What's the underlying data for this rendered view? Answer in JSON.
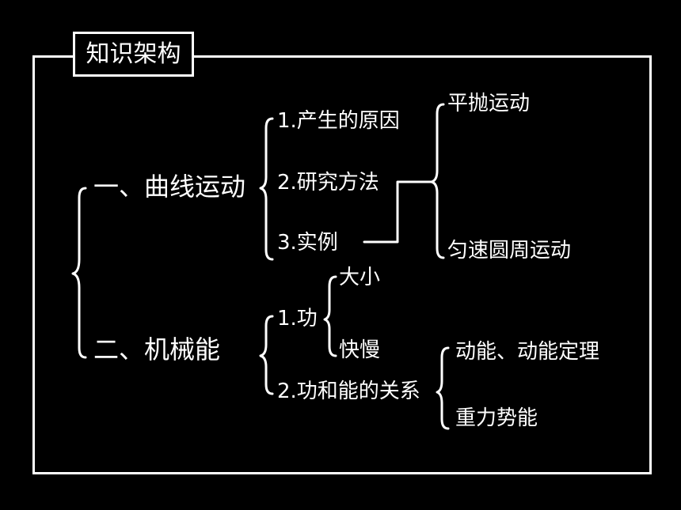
{
  "title": "知识架构",
  "topics": [
    {
      "label": "一、曲线运动",
      "items": [
        "1.产生的原因",
        "2.研究方法",
        "3.实例"
      ],
      "examples": [
        "平抛运动",
        "匀速圆周运动"
      ]
    },
    {
      "label": "二、机械能",
      "items": [
        {
          "label": "1.功",
          "sub": [
            "大小",
            "快慢"
          ]
        },
        {
          "label": "2.功和能的关系",
          "sub": [
            "动能、动能定理",
            "重力势能"
          ]
        }
      ]
    }
  ],
  "colors": {
    "background": "#000000",
    "foreground": "#ffffff"
  }
}
